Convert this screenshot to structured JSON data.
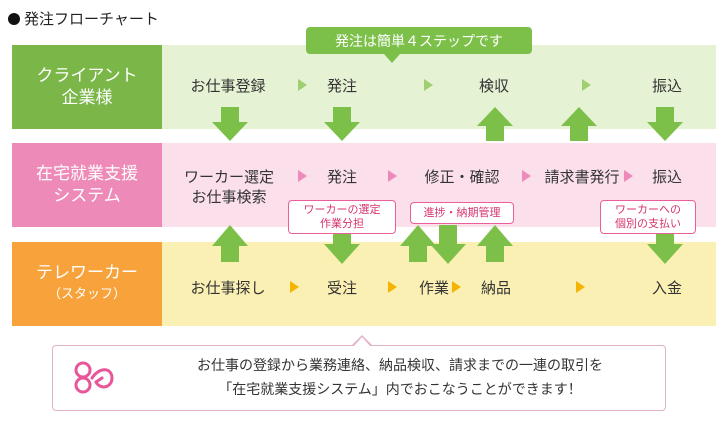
{
  "title": "発注フローチャート",
  "callout": "発注は簡単４ステップです",
  "rows": {
    "client": {
      "label_line1": "クライアント",
      "label_line2": "企業様",
      "steps": [
        "お仕事登録",
        "発注",
        "検収",
        "振込"
      ]
    },
    "system": {
      "label_line1": "在宅就業支援",
      "label_line2": "システム",
      "steps": [
        "ワーカー選定",
        "お仕事検索",
        "発注",
        "修正・確認",
        "請求書発行",
        "振込"
      ]
    },
    "worker": {
      "label_line1": "テレワーカー",
      "label_line2": "（スタッフ）",
      "steps": [
        "お仕事探し",
        "受注",
        "作業",
        "納品",
        "入金"
      ]
    }
  },
  "notes": {
    "selection_line1": "ワーカーの選定",
    "selection_line2": "作業分担",
    "progress": "進捗・納期管理",
    "payment_line1": "ワーカーへの",
    "payment_line2": "個別の支払い"
  },
  "footer": {
    "line1": "お仕事の登録から業務連絡、納品検収、請求までの一連の取引を",
    "line2": "「在宅就業支援システム」内でおこなうことができます！"
  },
  "icon": "ribbon-flower-icon",
  "colors": {
    "green_dark": "#7ab648",
    "green_light": "#e6f2d4",
    "pink_dark": "#ee8ab7",
    "pink_light": "#fbe0ec",
    "orange_dark": "#f7a23a",
    "orange_light": "#fbf0b4",
    "arrow_green": "#7cc04a",
    "arrow_gray": "#b8b8b8"
  }
}
